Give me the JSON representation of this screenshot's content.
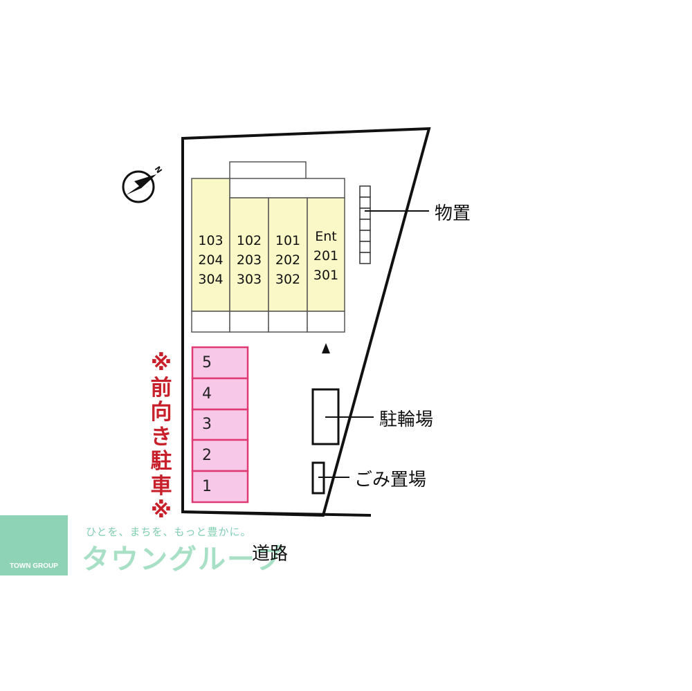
{
  "units": [
    {
      "rooms": [
        "103",
        "204",
        "304"
      ]
    },
    {
      "rooms": [
        "102",
        "203",
        "303"
      ]
    },
    {
      "rooms": [
        "101",
        "202",
        "302"
      ]
    },
    {
      "rooms": [
        "Ent",
        "201",
        "301"
      ]
    }
  ],
  "labels": {
    "storage": "物置",
    "bicycle_parking": "駐輪場",
    "garbage": "ごみ置場",
    "road": "道路",
    "compass_north": "N"
  },
  "parking": {
    "spaces": [
      "5",
      "4",
      "3",
      "2",
      "1"
    ],
    "note_chars": [
      "※",
      "前",
      "向",
      "き",
      "駐",
      "車",
      "※"
    ]
  },
  "logo": {
    "tagline": "ひとを、まちを、もっと豊かに。",
    "brand": "タウングループ",
    "sub": "TOWN GROUP"
  },
  "colors": {
    "building_fill": "#f9f8c6",
    "parking_fill": "#f7c8e8",
    "parking_border": "#e03a73",
    "note_red": "#c8202a",
    "logo_green": "#8fd3b6"
  }
}
